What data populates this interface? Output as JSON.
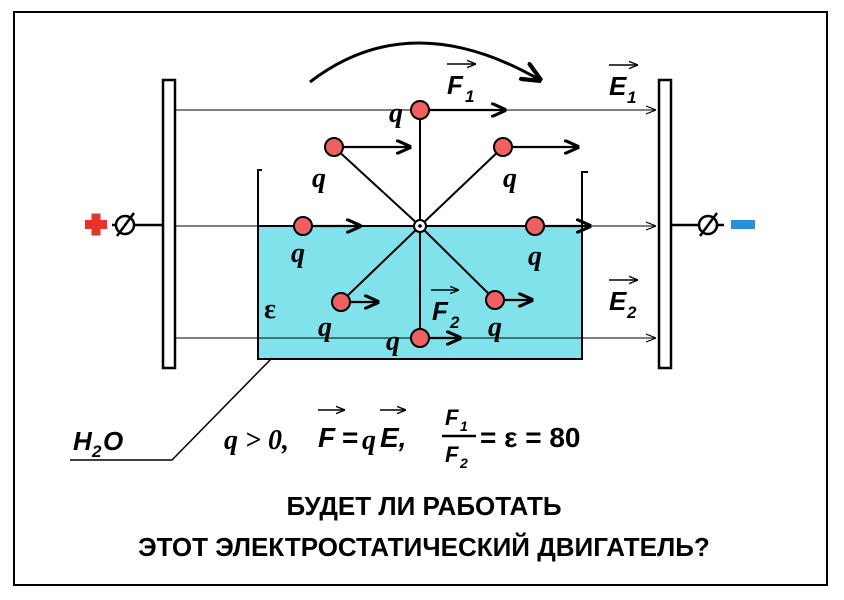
{
  "labels": {
    "force_top": "F",
    "force_top_sub": "1",
    "field_top": "E",
    "field_top_sub": "1",
    "force_bottom": "F",
    "force_bottom_sub": "2",
    "field_bottom": "E",
    "field_bottom_sub": "2",
    "charge": "q",
    "permittivity": "ε",
    "plus": "+",
    "minus": "−",
    "terminal": "⌀",
    "water": "H",
    "water_sub": "2",
    "water_end": "O"
  },
  "formula": {
    "cond": "q > 0,",
    "lhs": "F",
    "eq1": "=",
    "mid": "q",
    "rhs": "E,",
    "num": "F",
    "num_sub": "1",
    "den": "F",
    "den_sub": "2",
    "tail": "= ε = 80"
  },
  "question": {
    "line1": "БУДЕТ ЛИ РАБОТАТЬ",
    "line2": "ЭТОТ ЭЛЕКТРОСТАТИЧЕСКИЙ ДВИГАТЕЛЬ?"
  },
  "colors": {
    "water": "#80e3ec",
    "charge": "#f06060",
    "plus": "#e8332a",
    "minus": "#2a8fd8"
  }
}
